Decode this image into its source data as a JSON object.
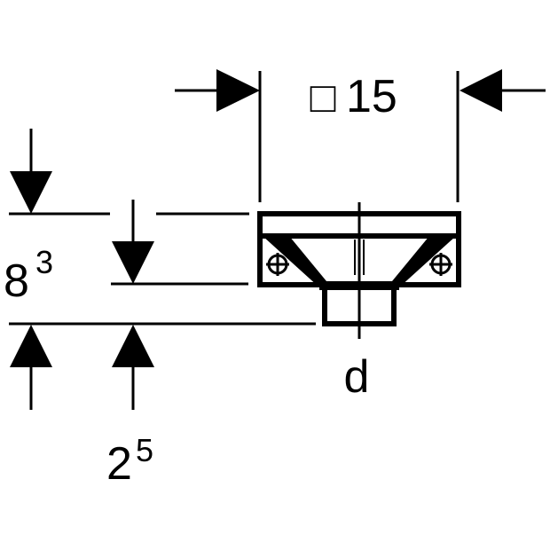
{
  "labels": {
    "width_symbol": "□",
    "width_value": "15",
    "height_main": "8",
    "height_sup": "3",
    "offset_main": "2",
    "offset_sup": "5",
    "diameter": "d"
  },
  "colors": {
    "line": "#000000",
    "background": "#ffffff"
  }
}
